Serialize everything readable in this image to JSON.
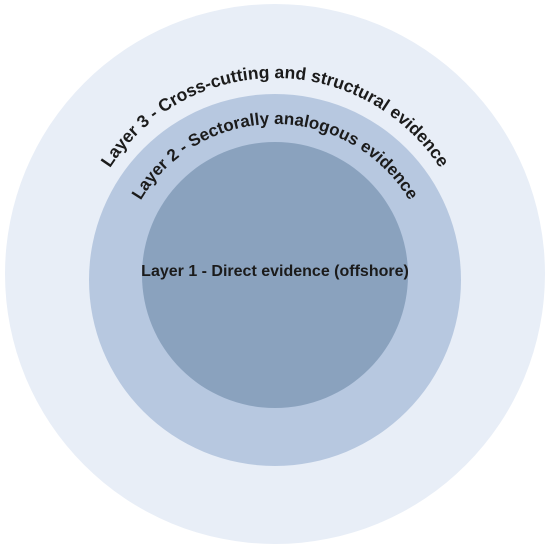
{
  "diagram": {
    "layers": [
      {
        "id": "layer-3",
        "label": "Layer 3 - Cross-cutting and structural evidence",
        "color": "#e8eef7"
      },
      {
        "id": "layer-2",
        "label": "Layer 2 - Sectorally analogous evidence",
        "color": "#b7c8e0"
      },
      {
        "id": "layer-1",
        "label": "Layer 1 - Direct evidence (offshore)",
        "color": "#8aa2be"
      }
    ],
    "text_color": "#1b1b1b"
  }
}
